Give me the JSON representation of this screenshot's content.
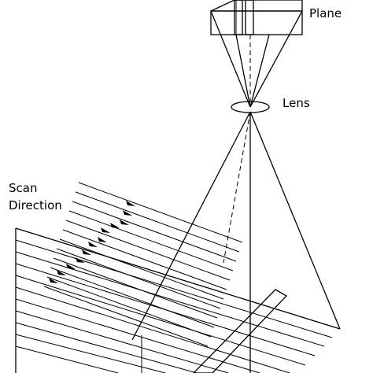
{
  "labels": {
    "plane": "Plane",
    "lens": "Lens",
    "scan_line1": "Scan",
    "scan_line2": "Direction"
  },
  "colors": {
    "ink": "#000000",
    "paper": "#ffffff"
  }
}
